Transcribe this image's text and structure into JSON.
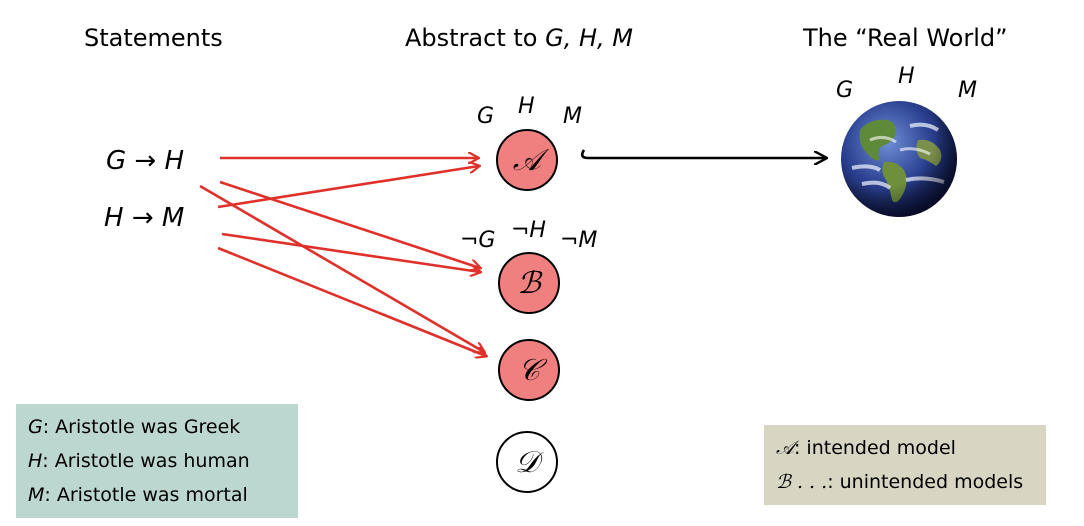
{
  "headers": {
    "statements": "Statements",
    "abstract_prefix": "Abstract to ",
    "abstract_vars": "G, H, M",
    "real_world": "The “Real World”"
  },
  "statements": [
    "G → H",
    "H → M"
  ],
  "model_A_labels": {
    "g": "G",
    "h": "H",
    "m": "M"
  },
  "model_B_labels": {
    "g": "¬G",
    "h": "¬H",
    "m": "¬M"
  },
  "globe_labels": {
    "g": "G",
    "h": "H",
    "m": "M"
  },
  "models": [
    {
      "id": "A",
      "symbol": "𝒜",
      "fill": "#f08080"
    },
    {
      "id": "B",
      "symbol": "ℬ",
      "fill": "#f08080"
    },
    {
      "id": "C",
      "symbol": "𝒞",
      "fill": "#f08080"
    },
    {
      "id": "D",
      "symbol": "𝒟",
      "fill": "#ffffff"
    }
  ],
  "legend_left": [
    {
      "var": "G",
      "text": ": Aristotle was Greek"
    },
    {
      "var": "H",
      "text": ": Aristotle was human"
    },
    {
      "var": "M",
      "text": ": Aristotle was mortal"
    }
  ],
  "legend_right": [
    {
      "var": "𝒜",
      "text": ": intended model"
    },
    {
      "var": "ℬ . . .",
      "text": ": unintended models"
    }
  ],
  "colors": {
    "arrow_red": "#e0302a",
    "model_fill": "#f08080",
    "legend_left_bg": "#bcd7cf",
    "legend_right_bg": "#d9d5c3"
  },
  "icons": {
    "globe": "earth-globe-icon"
  }
}
